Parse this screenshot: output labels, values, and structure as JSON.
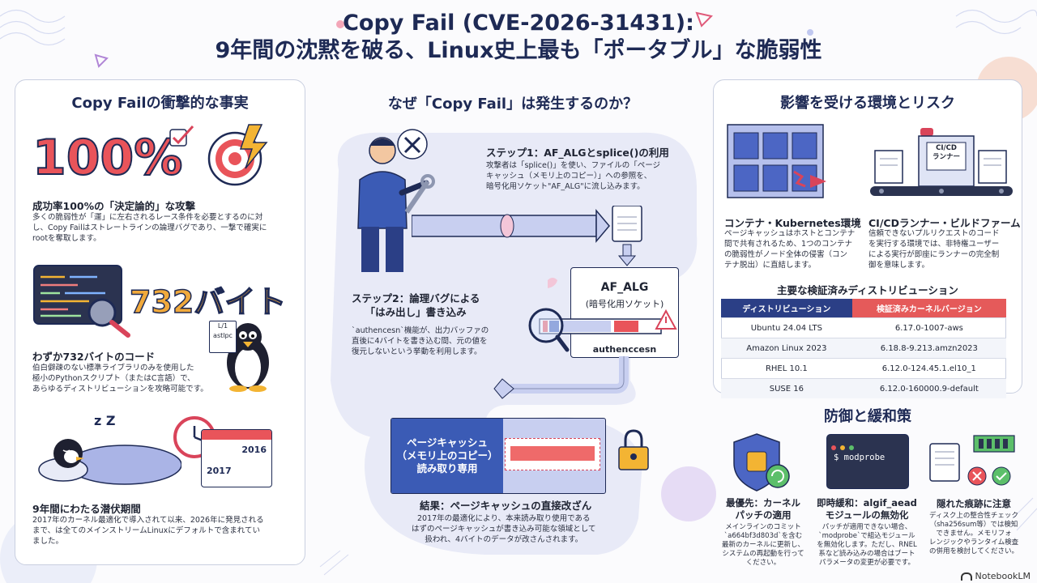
{
  "title": {
    "line1": "Copy Fail (CVE-2026-31431):",
    "line2": "9年間の沈黙を破る、Linux史上最も「ポータブル」な脆弱性"
  },
  "left": {
    "header": "Copy Failの衝撃的な事実",
    "stat1": {
      "big": "100%",
      "heading": "成功率100%の「決定論的」な攻撃",
      "body": [
        "多くの脆弱性が「運」に左右されるレース条件を必要とするのに対",
        "し、Copy Failはストレートラインの論理バグであり、一撃で確実に",
        "rootを奪取します。"
      ]
    },
    "stat2": {
      "big": "732バイト",
      "file_label": "L/1",
      "file_sub": "astlpc",
      "heading": "わずか732バイトのコード",
      "body": [
        "伯白僻疎のない標準ライブラリのみを使用した",
        "極小のPythonスクリプト（またはC言語）で、",
        "あらゆるディストリビューションを攻略可能です。"
      ]
    },
    "stat3": {
      "zz": "z Z",
      "cal_year_top": "2016",
      "cal_year_bottom": "2017",
      "heading": "9年間にわたる潜伏期間",
      "body": [
        "2017年のカーネル最適化で導入されて以来、2026年に発見される",
        "まで、は全てのメインストリームLinuxにデフォルトで含まれてい",
        "ました。"
      ]
    }
  },
  "center": {
    "header": "なぜ「Copy Fail」は発生するのか？",
    "step1": {
      "heading": "ステップ1：AF_ALGとsplice()の利用",
      "body": [
        "攻撃者は「splice()」を使い、ファイルの「ページ",
        "キャッシュ（メモリ上のコピー）」への参照を、",
        "暗号化用ソケット\"AF_ALG\"に流し込みます。"
      ]
    },
    "afalg": {
      "title": "AF_ALG",
      "subtitle": "(暗号化用ソケット)",
      "label": "authenccesn"
    },
    "step2": {
      "heading": [
        "ステップ2：論理バグによる",
        "「はみ出し」書き込み"
      ],
      "body": [
        "`authencesn`機能が、出力バッファの",
        "直後に4バイトを書き込む間、元の値を",
        "復元しないという挙動を利用します。"
      ]
    },
    "pagecache": {
      "line1": "ページキャッシュ",
      "line2": "（メモリ上のコピー）",
      "line3": "読み取り専用"
    },
    "result": {
      "heading": "結果：ページキャッシュの直接改ざん",
      "body": [
        "2017年の最適化により、本来読み取り使用である",
        "はずのページキャッシュが書き込み可能な領域として",
        "扱われ、4バイトのデータが改さんされます。"
      ]
    }
  },
  "right": {
    "header": "影響を受ける環境とリスク",
    "env1": {
      "heading": "コンテナ・Kubernetes環境",
      "body": [
        "ページキャッシュはホストとコンテナ",
        "間で共有されるため、1つのコンテナ",
        "の脆弱性がノード全体の侵害（コン",
        "テナ脱出）に直結します。"
      ]
    },
    "env2": {
      "runner_label": [
        "CI/CD",
        "ランナー"
      ],
      "heading": "CI/CDランナー・ビルドファーム",
      "body": [
        "信頼できないプルリクエストのコード",
        "を実行する環境では、非特権ユーザー",
        "による実行が即座にランナーの完全制",
        "御を意味します。"
      ]
    },
    "dist_title": "主要な検証済みディストリビューション",
    "dist_headers": [
      "ディストリビューション",
      "検証済みカーネルバージョン"
    ],
    "dist_rows": [
      [
        "Ubuntu 24.04 LTS",
        "6.17.0-1007-aws"
      ],
      [
        "Amazon Linux 2023",
        "6.18.8-9.213.amzn2023"
      ],
      [
        "RHEL 10.1",
        "6.12.0-124.45.1.el10_1"
      ],
      [
        "SUSE 16",
        "6.12.0-160000.9-default"
      ]
    ],
    "defense_header": "防御と緩和策",
    "def1": {
      "heading": [
        "最優先：カーネル",
        "パッチの適用"
      ],
      "body": [
        "メインラインのコミット",
        "`a664bf3d803d`を含む",
        "最新のカーネルに更新し、",
        "システムの再起動を行って",
        "ください。"
      ]
    },
    "def2": {
      "terminal": "$ modprobe",
      "heading": [
        "即時緩和：algif_aead",
        "モジュールの無効化"
      ],
      "body": [
        "パッチが適用できない場合、",
        "`modprobe`で組込モジュール",
        "を無効化します。ただし、RNEL",
        "系など読み込みの場合はブート",
        "パラメータの変更が必要です。"
      ]
    },
    "def3": {
      "heading": "隠れた痕跡に注意",
      "body": [
        "ディスク上の整合性チェック",
        "（sha256sum等）では検知",
        "できません。メモリフォ",
        "レンジックやランタイム検査",
        "の併用を検討してください。"
      ]
    }
  },
  "brand": "NotebookLM",
  "colors": {
    "navy": "#1e2a55",
    "red": "#e55a5a",
    "blue": "#2b3f86",
    "lavender": "#e8eaf7"
  }
}
